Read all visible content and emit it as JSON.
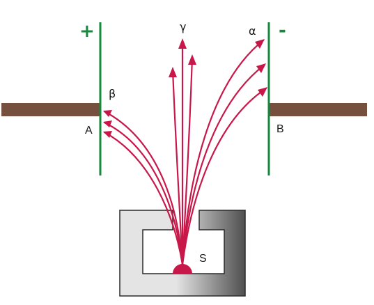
{
  "labels": {
    "plus": "+",
    "minus": "-",
    "gamma": "γ",
    "alpha": "α",
    "beta": "β",
    "plate_a": "A",
    "plate_b": "B",
    "source": "S"
  },
  "colors": {
    "plate": "#168a3c",
    "ray": "#c8184a",
    "bar": "#76503f",
    "block_light": "#e4e4e4",
    "block_dark": "#4f4f4f",
    "block_edge": "#2b2b2b"
  }
}
